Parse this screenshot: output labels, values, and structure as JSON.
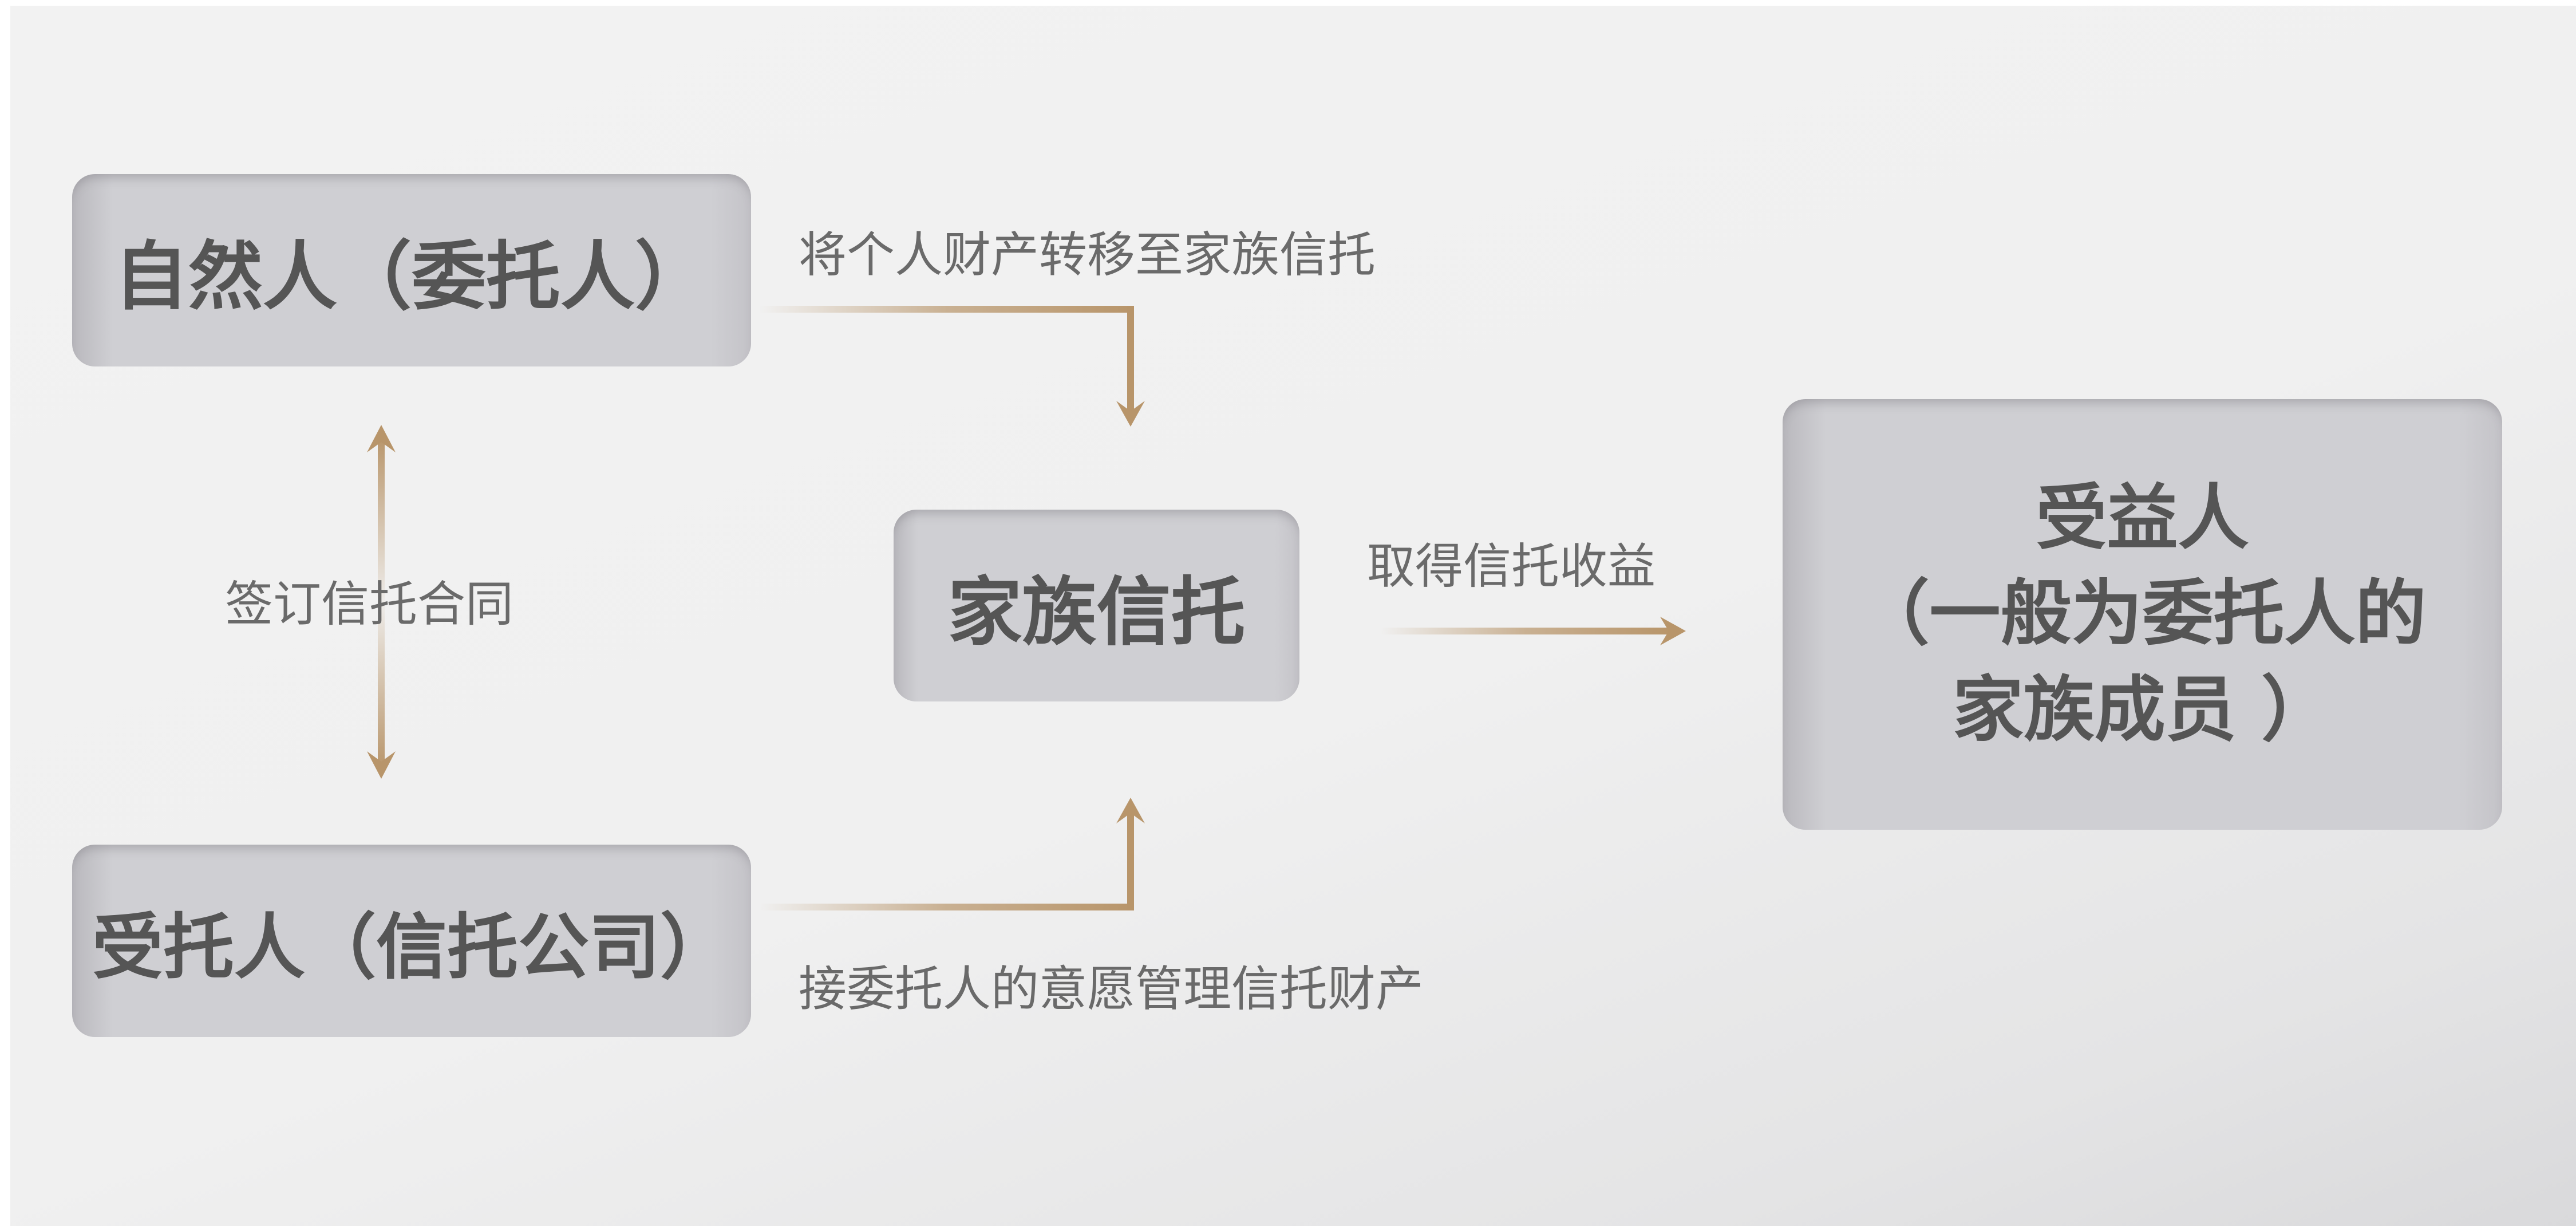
{
  "nodes": {
    "settlor": "自然人（委托人）",
    "trustee": "受托人（信托公司）",
    "trust": "家族信托",
    "beneficiary_lines": [
      "受益人",
      "（一般为委托人的",
      "家族成员 ）"
    ]
  },
  "edges": {
    "settlor_to_trust": "将个人财产转移至家族信托",
    "settlor_trustee": "签订信托合同",
    "trust_to_beneficiary": "取得信托收益",
    "trustee_to_trust": "接委托人的意愿管理信托财产"
  },
  "colors": {
    "arrow": "#b8956a",
    "box": "#cfcfd3",
    "box_text": "#555555",
    "label_text": "#6a6a6a",
    "background": "#f0f0f0"
  }
}
